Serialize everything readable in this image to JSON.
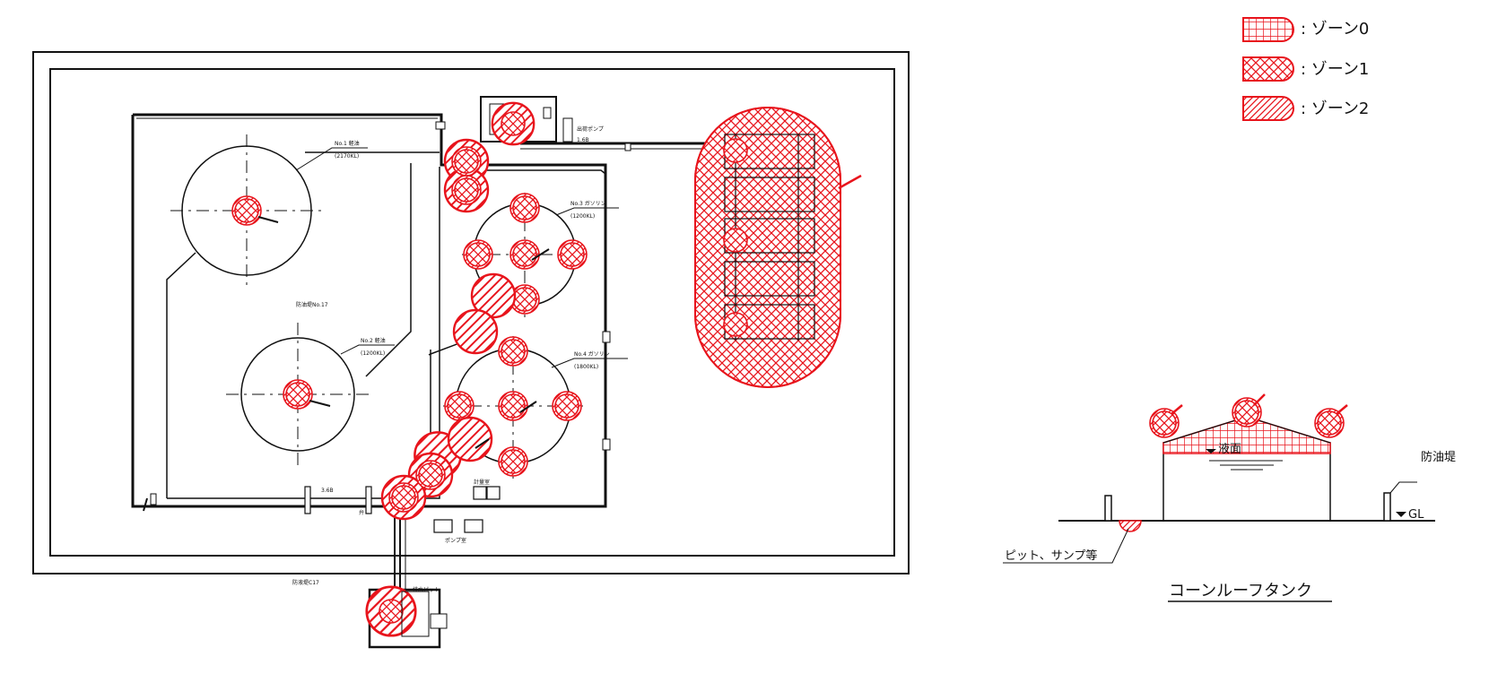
{
  "legend": {
    "zone0": ": ゾーン0",
    "zone1": ": ゾーン1",
    "zone2": ": ゾーン2"
  },
  "plan": {
    "tank1_name": "No.1 軽油",
    "tank1_capacity": "(2170KL)",
    "tank2_name": "No.2 軽油",
    "tank2_capacity": "(1200KL)",
    "tank3_name": "No.3 ガソリン",
    "tank3_capacity": "(1200KL)",
    "tank4_name": "No.4 ガソリン",
    "tank4_capacity": "(1800KL)",
    "dike_label": "防油堤No.17",
    "pump_label": "出荷ポンプ",
    "meter_label": "計量室",
    "outer_label": "防液堤C17",
    "pipe_label_1": "1.6B",
    "pipe_label_2": "3.6B",
    "valve_label": "弁",
    "pit_label": "排水ピット",
    "shed_label": "ポンプ室"
  },
  "section": {
    "liquid_level": "液面",
    "dike_wall": "防油堤",
    "ground": "GL",
    "pit_note": "ピット、サンプ等",
    "title": "コーンルーフタンク"
  },
  "colors": {
    "hazard_red": "#e8141c",
    "line": "#111111"
  }
}
